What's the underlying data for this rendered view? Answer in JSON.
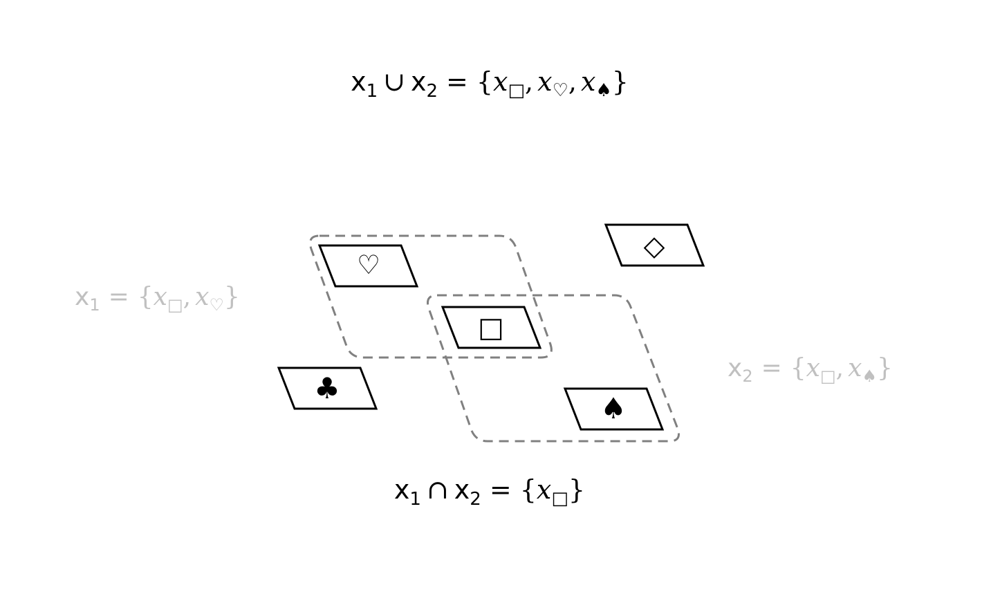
{
  "union_equation": {
    "lhs_a": "x",
    "lhs_a_sub": "1",
    "op": "∪",
    "lhs_b": "x",
    "lhs_b_sub": "2",
    "eq": "=",
    "open": "{",
    "t1": "x",
    "t1_sub": "□",
    "sep1": ",",
    "t2": "x",
    "t2_sub": "♡",
    "sep2": ",",
    "t3": "x",
    "t3_sub": "♠",
    "close": "}"
  },
  "intersection_equation": {
    "lhs_a": "x",
    "lhs_a_sub": "1",
    "op": "∩",
    "lhs_b": "x",
    "lhs_b_sub": "2",
    "eq": "=",
    "open": "{",
    "t1": "x",
    "t1_sub": "□",
    "close": "}"
  },
  "set_x1_label": {
    "name": "x",
    "name_sub": "1",
    "eq": "=",
    "open": "{",
    "t1": "x",
    "t1_sub": "□",
    "sep1": ",",
    "t2": "x",
    "t2_sub": "♡",
    "close": "}"
  },
  "set_x2_label": {
    "name": "x",
    "name_sub": "2",
    "eq": "=",
    "open": "{",
    "t1": "x",
    "t1_sub": "□",
    "sep1": ",",
    "t2": "x",
    "t2_sub": "♠",
    "close": "}"
  },
  "cards": [
    {
      "symbol": "♡",
      "name": "heart"
    },
    {
      "symbol": "◇",
      "name": "diamond"
    },
    {
      "symbol": "□",
      "name": "square"
    },
    {
      "symbol": "♣",
      "name": "club"
    },
    {
      "symbol": "♠",
      "name": "spade"
    }
  ],
  "colors": {
    "ink": "#000000",
    "faded_label": "#c0c0c0",
    "set_outline": "#808080",
    "background": "#ffffff"
  }
}
